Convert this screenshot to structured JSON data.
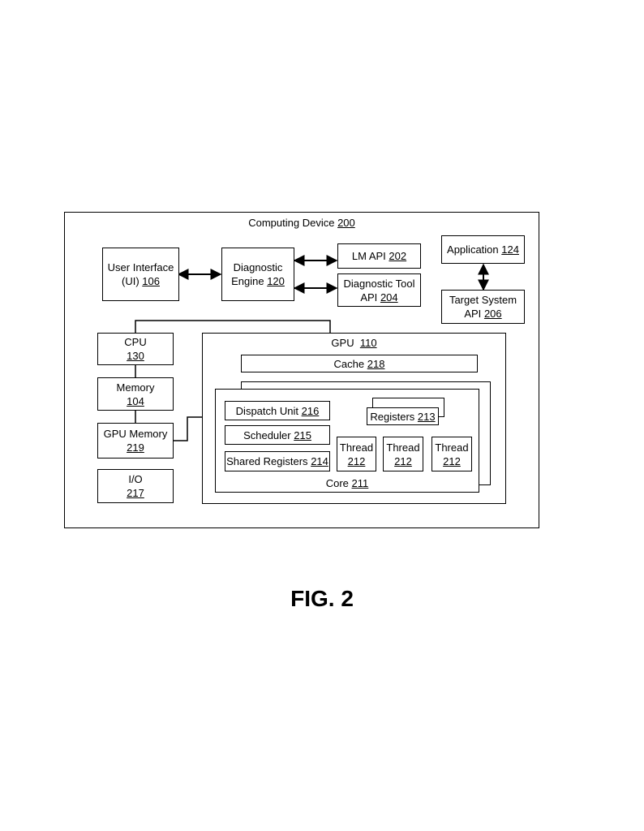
{
  "computing_device": {
    "label": "Computing Device",
    "ref": "200"
  },
  "user_interface": {
    "line1": "User Interface",
    "line2": "(UI)",
    "ref": "106"
  },
  "diagnostic_engine": {
    "line1": "Diagnostic",
    "line2": "Engine",
    "ref": "120"
  },
  "lm_api": {
    "label": "LM API",
    "ref": "202"
  },
  "diagnostic_tool_api": {
    "line1": "Diagnostic Tool",
    "line2": "API",
    "ref": "204"
  },
  "application": {
    "label": "Application",
    "ref": "124"
  },
  "target_system_api": {
    "line1": "Target System",
    "line2": "API",
    "ref": "206"
  },
  "cpu": {
    "label": "CPU",
    "ref": "130"
  },
  "memory": {
    "label": "Memory",
    "ref": "104"
  },
  "gpu_memory": {
    "label": "GPU Memory",
    "ref": "219"
  },
  "io": {
    "label": "I/O",
    "ref": "217"
  },
  "gpu": {
    "label": "GPU",
    "ref": "110"
  },
  "cache": {
    "label": "Cache",
    "ref": "218"
  },
  "dispatch_unit": {
    "label": "Dispatch Unit",
    "ref": "216"
  },
  "scheduler": {
    "label": "Scheduler",
    "ref": "215"
  },
  "shared_registers": {
    "label": "Shared Registers",
    "ref": "214"
  },
  "registers": {
    "label": "Registers",
    "ref": "213"
  },
  "threads": [
    {
      "label": "Thread",
      "ref": "212"
    },
    {
      "label": "Thread",
      "ref": "212"
    },
    {
      "label": "Thread",
      "ref": "212"
    }
  ],
  "core": {
    "label": "Core",
    "ref": "211"
  },
  "figure_caption": "FIG. 2"
}
